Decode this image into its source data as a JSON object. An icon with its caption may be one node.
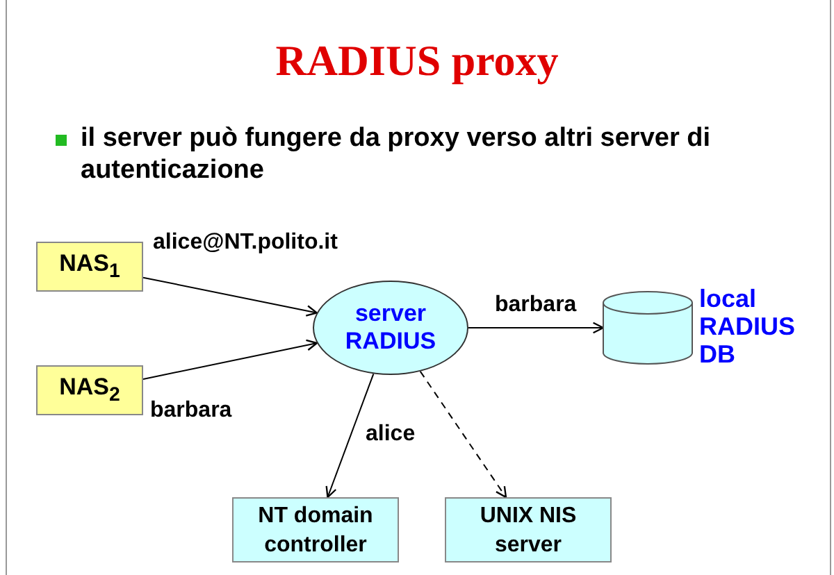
{
  "diagram": {
    "title": "RADIUS proxy",
    "nodes": [
      {
        "text": [
          "NAS$_{1}$"
        ]
      },
      {
        "text": [
          "NAS$_{2}$"
        ]
      },
      {
        "text": [
          "server RADIUS"
        ]
      },
      {
        "text": [],
        "shape": "cylinder",
        "beside": [
          "local RADIUS DB"
        ]
      },
      {
        "text": [
          "NT domain controller"
        ]
      },
      {
        "text": [
          "UNIX NIS server"
        ]
      }
    ],
    "edges": [
      {
        "from": 0,
        "to": 2,
        "arrow": "to",
        "label": "alice@NT.polito.it"
      },
      {
        "from": 1,
        "to": 2,
        "arrow": "to",
        "label": "barbara"
      },
      {
        "from": 2,
        "to": 3,
        "arrow": "to",
        "label": "barbara"
      },
      {
        "from": 2,
        "to": 4,
        "arrow": "to",
        "label": "alice"
      },
      {
        "from": 2,
        "to": 5,
        "arrow": "to",
        "style": "dashed"
      }
    ],
    "labels": [
      "il server può fungere da proxy verso altri server di autenticazione"
    ]
  }
}
